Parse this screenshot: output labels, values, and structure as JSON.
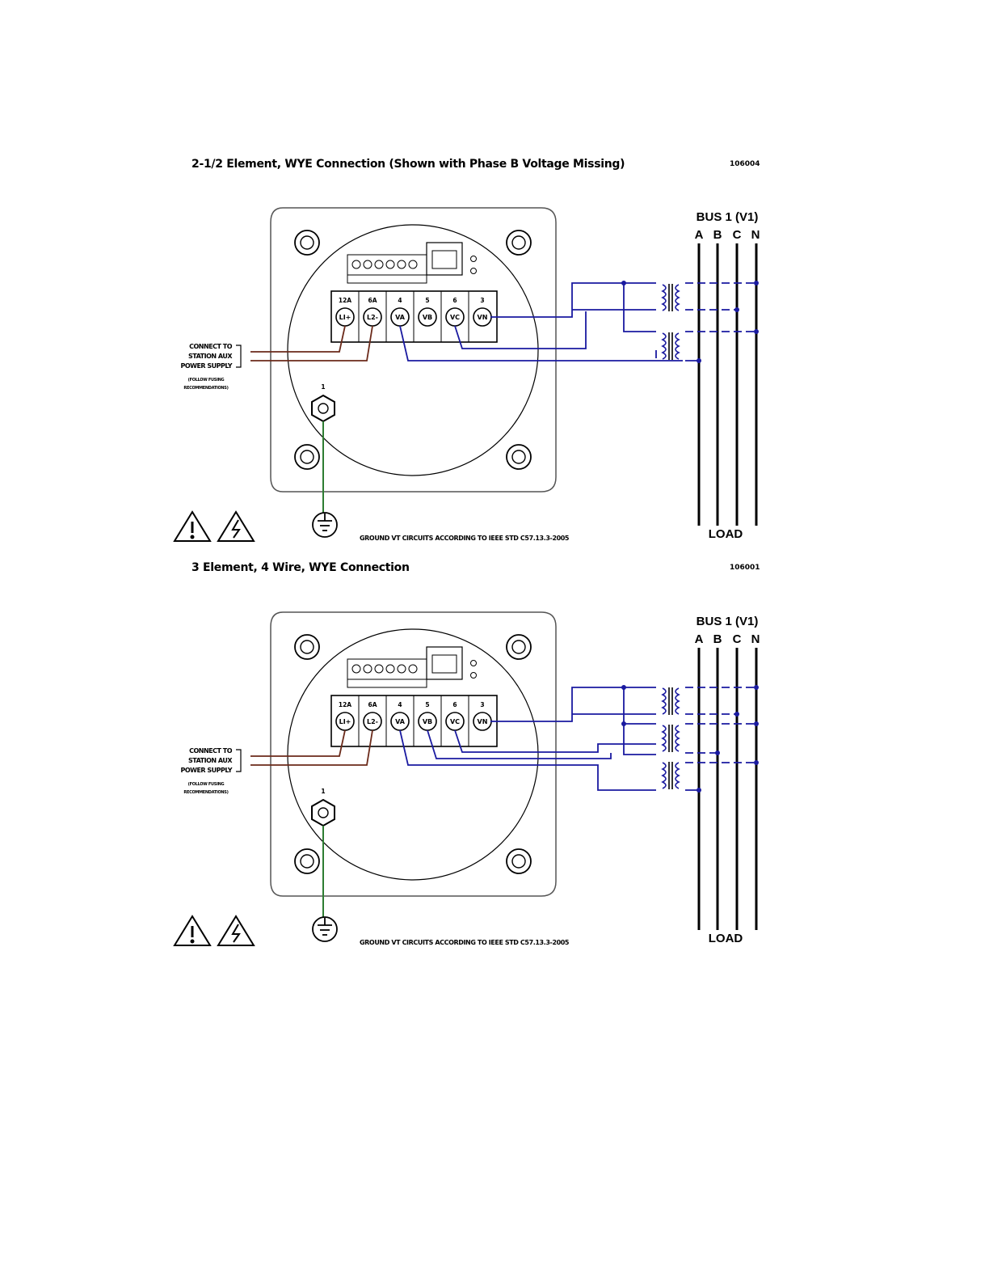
{
  "diagrams": [
    {
      "title": "2-1/2 Element, WYE Connection (Shown with Phase B Voltage Missing)",
      "fig_id": "106004",
      "bus_label": "BUS 1 (V1)",
      "phases": [
        "A",
        "B",
        "C",
        "N"
      ],
      "load_label": "LOAD",
      "power_note": [
        "CONNECT TO",
        "STATION AUX",
        "POWER SUPPLY"
      ],
      "fusing_note": [
        "(FOLLOW FUSING",
        "RECOMMENDATIONS)"
      ],
      "ground_note": "GROUND VT CIRCUITS ACCORDING TO IEEE STD C57.13.3-2005",
      "ground_terminal": "1",
      "terminals": [
        {
          "num": "12A",
          "label": "LI+"
        },
        {
          "num": "6A",
          "label": "L2-"
        },
        {
          "num": "4",
          "label": "VA"
        },
        {
          "num": "5",
          "label": "VB"
        },
        {
          "num": "6",
          "label": "VC"
        },
        {
          "num": "3",
          "label": "VN"
        }
      ]
    },
    {
      "title": "3 Element, 4 Wire, WYE Connection",
      "fig_id": "106001",
      "bus_label": "BUS 1 (V1)",
      "phases": [
        "A",
        "B",
        "C",
        "N"
      ],
      "load_label": "LOAD",
      "power_note": [
        "CONNECT TO",
        "STATION AUX",
        "POWER SUPPLY"
      ],
      "fusing_note": [
        "(FOLLOW FUSING",
        "RECOMMENDATIONS)"
      ],
      "ground_note": "GROUND VT CIRCUITS ACCORDING TO IEEE STD C57.13.3-2005",
      "ground_terminal": "1",
      "terminals": [
        {
          "num": "12A",
          "label": "LI+"
        },
        {
          "num": "6A",
          "label": "L2-"
        },
        {
          "num": "4",
          "label": "VA"
        },
        {
          "num": "5",
          "label": "VB"
        },
        {
          "num": "6",
          "label": "VC"
        },
        {
          "num": "3",
          "label": "VN"
        }
      ]
    }
  ],
  "colors": {
    "wire": "#1a1aa0",
    "ground_wire": "#2e7d32",
    "power_wire": "#6b2a1a",
    "outline": "#000000"
  }
}
